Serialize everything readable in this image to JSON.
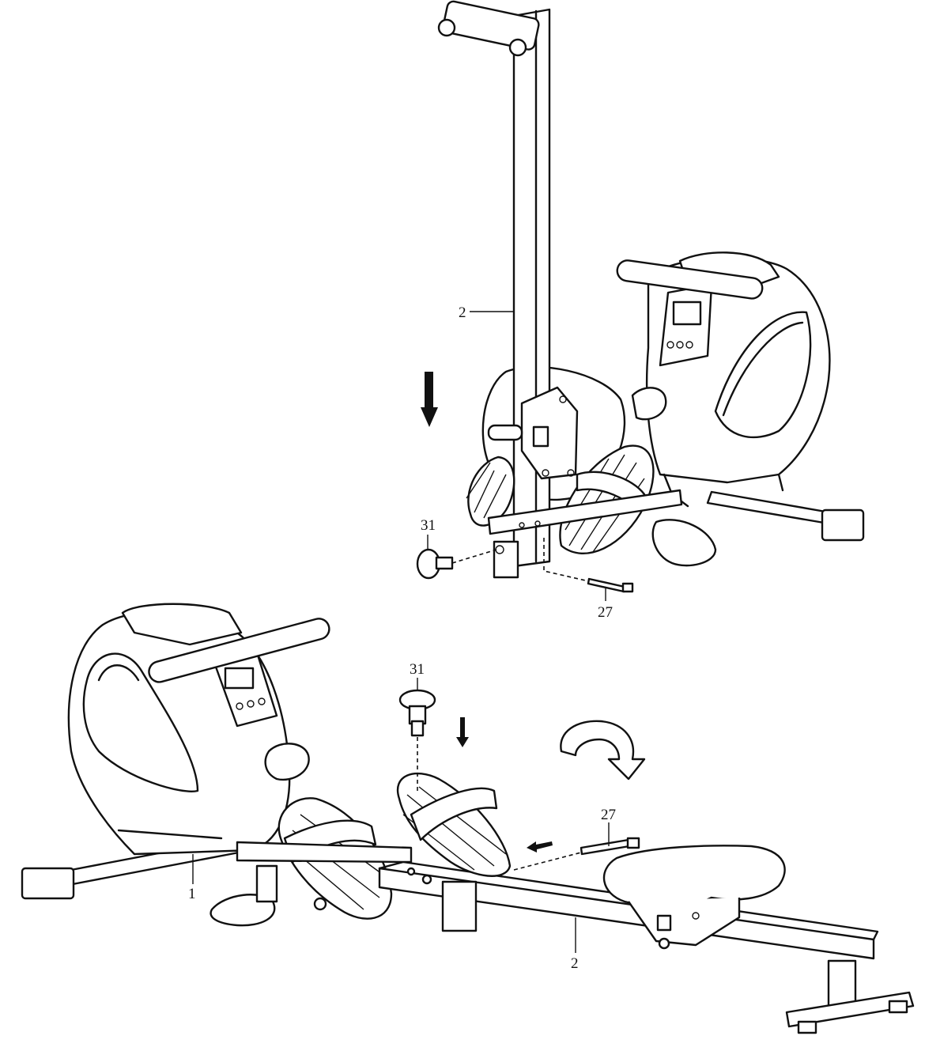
{
  "top_view": {
    "callouts": {
      "part_2": "2",
      "part_31": "31",
      "part_27": "27"
    }
  },
  "bottom_view": {
    "callouts": {
      "part_31": "31",
      "part_27": "27",
      "part_1": "1",
      "part_2": "2"
    }
  }
}
